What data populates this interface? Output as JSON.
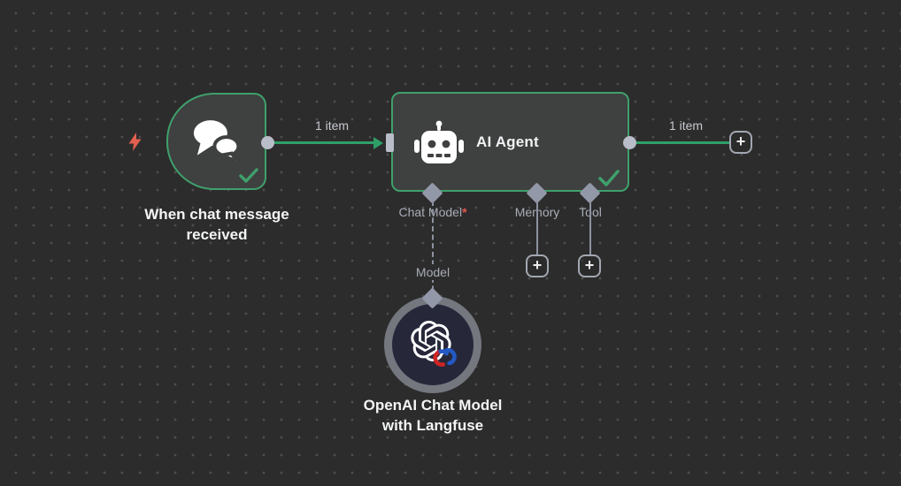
{
  "trigger": {
    "label": "When chat message received"
  },
  "agent": {
    "title": "AI Agent",
    "ports": {
      "chat_model": {
        "label": "Chat Model",
        "required_marker": "*"
      },
      "memory": {
        "label": "Memory"
      },
      "tool": {
        "label": "Tool"
      }
    }
  },
  "model_node": {
    "line1": "OpenAI Chat Model",
    "line2": "with Langfuse",
    "link_label": "Model"
  },
  "connections": {
    "trigger_to_agent": "1 item",
    "agent_output": "1 item"
  },
  "ui": {
    "plus": "+"
  },
  "colors": {
    "background": "#2c2c2c",
    "grid_dot": "#4d4d4d",
    "node_fill": "#3f4040",
    "node_border_success": "#3fa06b",
    "connection_green": "#2f9f68",
    "connector_gray": "#b9bdc9",
    "port_diamond": "#9298a8",
    "port_label": "#a8acb6",
    "title_text": "#f1f2f4",
    "required_red": "#e9584f",
    "trigger_bolt": "#e2604f",
    "model_ring": "#75777f",
    "model_fill": "#26283a"
  }
}
